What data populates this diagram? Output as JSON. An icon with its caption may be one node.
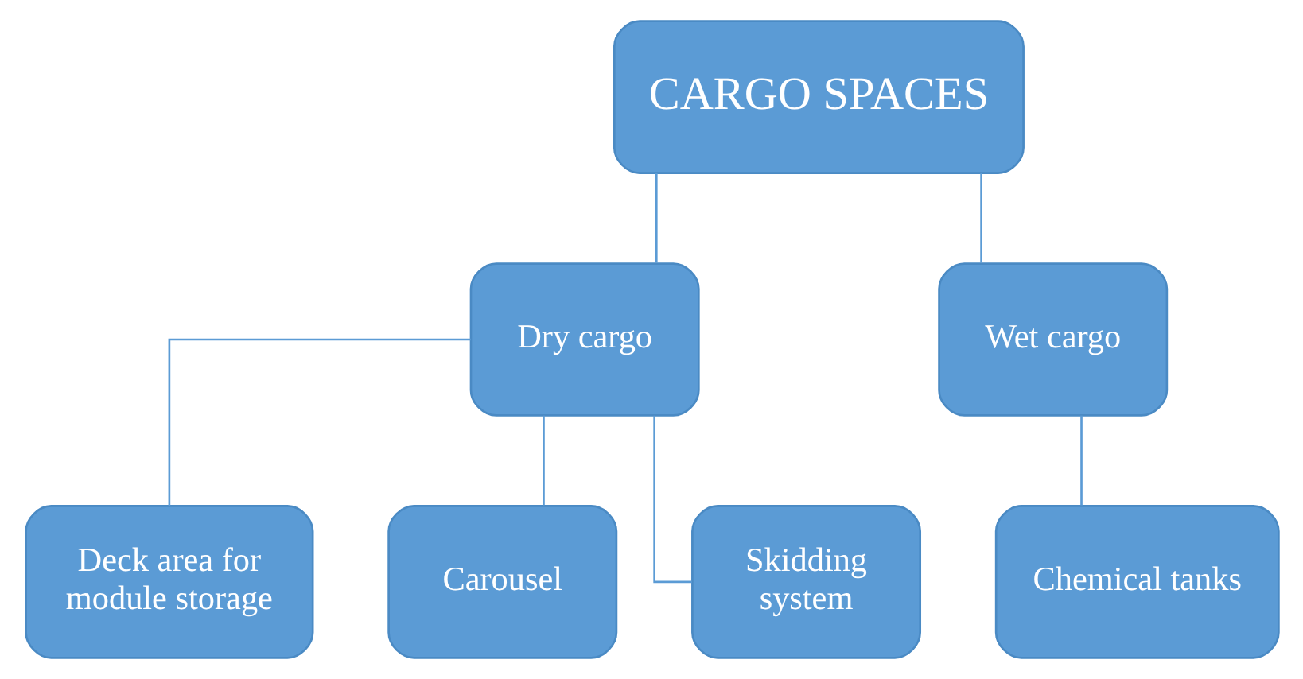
{
  "diagram": {
    "nodes": [
      {
        "text": [
          "CARGO SPACES"
        ]
      },
      {
        "text": [
          "Dry cargo"
        ]
      },
      {
        "text": [
          "Wet cargo"
        ]
      },
      {
        "text": [
          "Deck area for module storage"
        ]
      },
      {
        "text": [
          "Carousel"
        ]
      },
      {
        "text": [
          "Skidding system"
        ]
      },
      {
        "text": [
          "Chemical tanks"
        ]
      }
    ],
    "edges": [
      {
        "from": 0,
        "to": 1,
        "arrow": "none"
      },
      {
        "from": 0,
        "to": 2,
        "arrow": "none"
      },
      {
        "from": 1,
        "to": 3,
        "arrow": "none"
      },
      {
        "from": 1,
        "to": 4,
        "arrow": "none"
      },
      {
        "from": 1,
        "to": 5,
        "arrow": "none"
      },
      {
        "from": 2,
        "to": 6,
        "arrow": "none"
      }
    ]
  }
}
